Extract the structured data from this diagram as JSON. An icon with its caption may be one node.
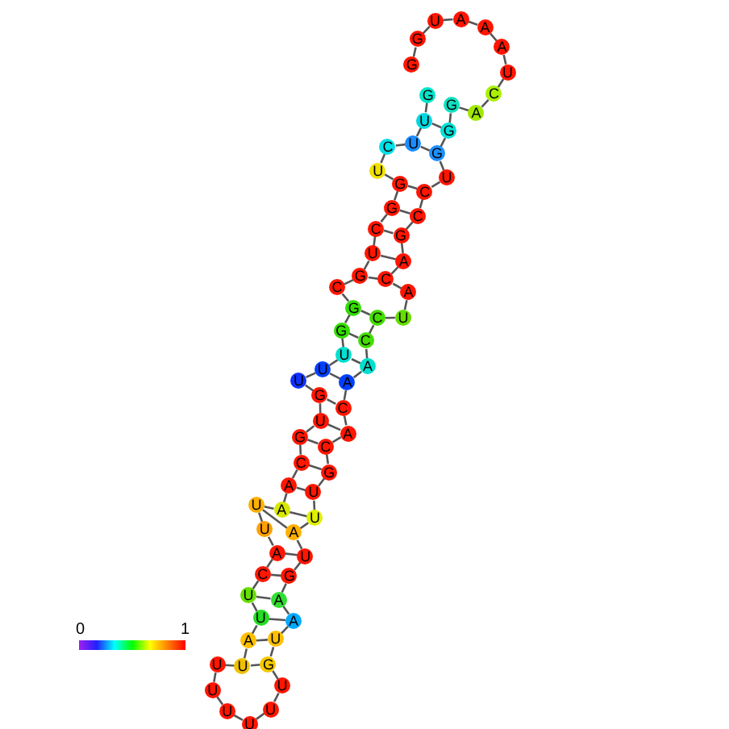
{
  "diagram": {
    "nodes": [
      {
        "text": [
          "G"
        ]
      },
      {
        "text": [
          "U"
        ]
      },
      {
        "text": [
          "U"
        ]
      },
      {
        "text": [
          "C"
        ]
      },
      {
        "text": [
          "U"
        ]
      },
      {
        "text": [
          "G"
        ]
      },
      {
        "text": [
          "G"
        ]
      },
      {
        "text": [
          "C"
        ]
      },
      {
        "text": [
          "U"
        ]
      },
      {
        "text": [
          "G"
        ]
      },
      {
        "text": [
          "C"
        ]
      },
      {
        "text": [
          "G"
        ]
      },
      {
        "text": [
          "G"
        ]
      },
      {
        "text": [
          "U"
        ]
      },
      {
        "text": [
          "U"
        ]
      },
      {
        "text": [
          "U"
        ]
      },
      {
        "text": [
          "G"
        ]
      },
      {
        "text": [
          "U"
        ]
      },
      {
        "text": [
          "G"
        ]
      },
      {
        "text": [
          "C"
        ]
      },
      {
        "text": [
          "A"
        ]
      },
      {
        "text": [
          "A"
        ]
      },
      {
        "text": [
          "U"
        ]
      },
      {
        "text": [
          "U"
        ]
      },
      {
        "text": [
          "A"
        ]
      },
      {
        "text": [
          "C"
        ]
      },
      {
        "text": [
          "U"
        ]
      },
      {
        "text": [
          "U"
        ]
      },
      {
        "text": [
          "A"
        ]
      },
      {
        "text": [
          "U"
        ]
      },
      {
        "text": [
          "U"
        ]
      },
      {
        "text": [
          "U"
        ]
      },
      {
        "text": [
          "U"
        ]
      },
      {
        "text": [
          "U"
        ]
      },
      {
        "text": [
          "U"
        ]
      },
      {
        "text": [
          "U"
        ]
      },
      {
        "text": [
          "G"
        ]
      },
      {
        "text": [
          "U"
        ]
      },
      {
        "text": [
          "A"
        ]
      },
      {
        "text": [
          "A"
        ]
      },
      {
        "text": [
          "G"
        ]
      },
      {
        "text": [
          "U"
        ]
      },
      {
        "text": [
          "A"
        ]
      },
      {
        "text": [
          "U"
        ]
      },
      {
        "text": [
          "U"
        ]
      },
      {
        "text": [
          "G"
        ]
      },
      {
        "text": [
          "C"
        ]
      },
      {
        "text": [
          "A"
        ]
      },
      {
        "text": [
          "C"
        ]
      },
      {
        "text": [
          "A"
        ]
      },
      {
        "text": [
          "A"
        ]
      },
      {
        "text": [
          "C"
        ]
      },
      {
        "text": [
          "C"
        ]
      },
      {
        "text": [
          "U"
        ]
      },
      {
        "text": [
          "A"
        ]
      },
      {
        "text": [
          "C"
        ]
      },
      {
        "text": [
          "A"
        ]
      },
      {
        "text": [
          "G"
        ]
      },
      {
        "text": [
          "C"
        ]
      },
      {
        "text": [
          "C"
        ]
      },
      {
        "text": [
          "U"
        ]
      },
      {
        "text": [
          "G"
        ]
      },
      {
        "text": [
          "G"
        ]
      },
      {
        "text": [
          "G"
        ]
      },
      {
        "text": [
          "A"
        ]
      },
      {
        "text": [
          "C"
        ]
      },
      {
        "text": [
          "U"
        ]
      },
      {
        "text": [
          "A"
        ]
      },
      {
        "text": [
          "A"
        ]
      },
      {
        "text": [
          "A"
        ]
      },
      {
        "text": [
          "U"
        ]
      },
      {
        "text": [
          "G"
        ]
      },
      {
        "text": [
          "G"
        ]
      }
    ],
    "edges": [
      {
        "from": 0,
        "to": 1,
        "arrow": "none"
      },
      {
        "from": 1,
        "to": 2,
        "arrow": "none"
      },
      {
        "from": 2,
        "to": 3,
        "arrow": "none"
      },
      {
        "from": 3,
        "to": 4,
        "arrow": "none"
      },
      {
        "from": 4,
        "to": 5,
        "arrow": "none"
      },
      {
        "from": 5,
        "to": 6,
        "arrow": "none"
      },
      {
        "from": 6,
        "to": 7,
        "arrow": "none"
      },
      {
        "from": 7,
        "to": 8,
        "arrow": "none"
      },
      {
        "from": 8,
        "to": 9,
        "arrow": "none"
      },
      {
        "from": 9,
        "to": 10,
        "arrow": "none"
      },
      {
        "from": 10,
        "to": 11,
        "arrow": "none"
      },
      {
        "from": 11,
        "to": 12,
        "arrow": "none"
      },
      {
        "from": 12,
        "to": 13,
        "arrow": "none"
      },
      {
        "from": 13,
        "to": 14,
        "arrow": "none"
      },
      {
        "from": 14,
        "to": 15,
        "arrow": "none"
      },
      {
        "from": 15,
        "to": 16,
        "arrow": "none"
      },
      {
        "from": 16,
        "to": 17,
        "arrow": "none"
      },
      {
        "from": 17,
        "to": 18,
        "arrow": "none"
      },
      {
        "from": 18,
        "to": 19,
        "arrow": "none"
      },
      {
        "from": 19,
        "to": 20,
        "arrow": "none"
      },
      {
        "from": 20,
        "to": 21,
        "arrow": "none"
      },
      {
        "from": 21,
        "to": 22,
        "arrow": "none"
      },
      {
        "from": 22,
        "to": 23,
        "arrow": "none"
      },
      {
        "from": 23,
        "to": 24,
        "arrow": "none"
      },
      {
        "from": 24,
        "to": 25,
        "arrow": "none"
      },
      {
        "from": 25,
        "to": 26,
        "arrow": "none"
      },
      {
        "from": 26,
        "to": 27,
        "arrow": "none"
      },
      {
        "from": 27,
        "to": 28,
        "arrow": "none"
      },
      {
        "from": 28,
        "to": 29,
        "arrow": "none"
      },
      {
        "from": 29,
        "to": 30,
        "arrow": "none"
      },
      {
        "from": 30,
        "to": 31,
        "arrow": "none"
      },
      {
        "from": 31,
        "to": 32,
        "arrow": "none"
      },
      {
        "from": 32,
        "to": 33,
        "arrow": "none"
      },
      {
        "from": 33,
        "to": 34,
        "arrow": "none"
      },
      {
        "from": 34,
        "to": 35,
        "arrow": "none"
      },
      {
        "from": 35,
        "to": 36,
        "arrow": "none"
      },
      {
        "from": 36,
        "to": 37,
        "arrow": "none"
      },
      {
        "from": 37,
        "to": 38,
        "arrow": "none"
      },
      {
        "from": 38,
        "to": 39,
        "arrow": "none"
      },
      {
        "from": 39,
        "to": 40,
        "arrow": "none"
      },
      {
        "from": 40,
        "to": 41,
        "arrow": "none"
      },
      {
        "from": 41,
        "to": 42,
        "arrow": "none"
      },
      {
        "from": 42,
        "to": 43,
        "arrow": "none"
      },
      {
        "from": 43,
        "to": 44,
        "arrow": "none"
      },
      {
        "from": 44,
        "to": 45,
        "arrow": "none"
      },
      {
        "from": 45,
        "to": 46,
        "arrow": "none"
      },
      {
        "from": 46,
        "to": 47,
        "arrow": "none"
      },
      {
        "from": 47,
        "to": 48,
        "arrow": "none"
      },
      {
        "from": 48,
        "to": 49,
        "arrow": "none"
      },
      {
        "from": 49,
        "to": 50,
        "arrow": "none"
      },
      {
        "from": 50,
        "to": 51,
        "arrow": "none"
      },
      {
        "from": 51,
        "to": 52,
        "arrow": "none"
      },
      {
        "from": 52,
        "to": 53,
        "arrow": "none"
      },
      {
        "from": 53,
        "to": 54,
        "arrow": "none"
      },
      {
        "from": 54,
        "to": 55,
        "arrow": "none"
      },
      {
        "from": 55,
        "to": 56,
        "arrow": "none"
      },
      {
        "from": 56,
        "to": 57,
        "arrow": "none"
      },
      {
        "from": 57,
        "to": 58,
        "arrow": "none"
      },
      {
        "from": 58,
        "to": 59,
        "arrow": "none"
      },
      {
        "from": 59,
        "to": 60,
        "arrow": "none"
      },
      {
        "from": 60,
        "to": 61,
        "arrow": "none"
      },
      {
        "from": 61,
        "to": 62,
        "arrow": "none"
      },
      {
        "from": 62,
        "to": 63,
        "arrow": "none"
      },
      {
        "from": 63,
        "to": 64,
        "arrow": "none"
      },
      {
        "from": 64,
        "to": 65,
        "arrow": "none"
      },
      {
        "from": 65,
        "to": 66,
        "arrow": "none"
      },
      {
        "from": 66,
        "to": 67,
        "arrow": "none"
      },
      {
        "from": 67,
        "to": 68,
        "arrow": "none"
      },
      {
        "from": 68,
        "to": 69,
        "arrow": "none"
      },
      {
        "from": 69,
        "to": 70,
        "arrow": "none"
      },
      {
        "from": 70,
        "to": 71,
        "arrow": "none"
      },
      {
        "from": 71,
        "to": 72,
        "arrow": "none"
      },
      {
        "from": 1,
        "to": 62,
        "arrow": "none"
      },
      {
        "from": 2,
        "to": 61,
        "arrow": "none"
      },
      {
        "from": 5,
        "to": 59,
        "arrow": "none"
      },
      {
        "from": 6,
        "to": 58,
        "arrow": "none"
      },
      {
        "from": 7,
        "to": 57,
        "arrow": "none"
      },
      {
        "from": 8,
        "to": 56,
        "arrow": "none"
      },
      {
        "from": 9,
        "to": 55,
        "arrow": "none"
      },
      {
        "from": 11,
        "to": 52,
        "arrow": "none"
      },
      {
        "from": 12,
        "to": 51,
        "arrow": "none"
      },
      {
        "from": 13,
        "to": 50,
        "arrow": "none"
      },
      {
        "from": 14,
        "to": 49,
        "arrow": "none"
      },
      {
        "from": 16,
        "to": 48,
        "arrow": "none"
      },
      {
        "from": 17,
        "to": 47,
        "arrow": "none"
      },
      {
        "from": 18,
        "to": 46,
        "arrow": "none"
      },
      {
        "from": 19,
        "to": 45,
        "arrow": "none"
      },
      {
        "from": 20,
        "to": 44,
        "arrow": "none"
      },
      {
        "from": 21,
        "to": 43,
        "arrow": "none"
      },
      {
        "from": 22,
        "to": 42,
        "arrow": "none"
      },
      {
        "from": 24,
        "to": 41,
        "arrow": "none"
      },
      {
        "from": 25,
        "to": 40,
        "arrow": "none"
      },
      {
        "from": 26,
        "to": 39,
        "arrow": "none"
      },
      {
        "from": 27,
        "to": 38,
        "arrow": "none"
      },
      {
        "from": 28,
        "to": 37,
        "arrow": "none"
      },
      {
        "from": 29,
        "to": 36,
        "arrow": "none"
      }
    ],
    "labels": [
      "0",
      "1"
    ]
  }
}
